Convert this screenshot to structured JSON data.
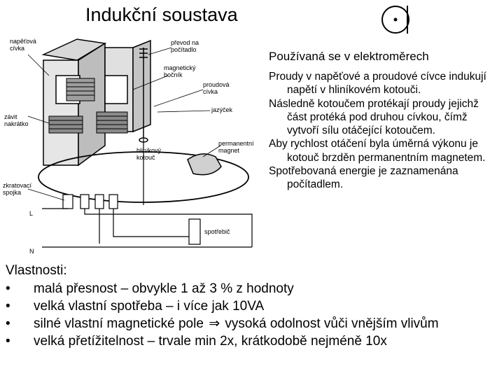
{
  "title": "Indukční soustava",
  "symbol": {
    "name": "induction-meter-symbol-icon"
  },
  "diagram": {
    "labels": {
      "voltage_coil": [
        "napěťová",
        "cívka"
      ],
      "register_gear": [
        "převod na",
        "počítadlo"
      ],
      "magnetic_shunt": [
        "magnetický",
        "bočník"
      ],
      "current_coil": [
        "proudová",
        "cívka"
      ],
      "short_circuit_turn": [
        "závit",
        "nakrátko"
      ],
      "tongue": "jazýček",
      "permanent_magnet": [
        "permanentní",
        "magnet"
      ],
      "aluminium_disc": [
        "hliníkový",
        "kotouč"
      ],
      "shorting_links": [
        "zkratovací",
        "spojka"
      ],
      "phase": "L",
      "neutral": "N",
      "load": "spotřebič"
    }
  },
  "description": {
    "lead": "Používaná se v elektroměrech",
    "paragraphs": [
      "Proudy v napěťové a proudové cívce indukují napětí v hliníkovém kotouči.",
      "Následně kotoučem protékají proudy jejichž část  protéká pod druhou cívkou, čímž vytvoří sílu otáčející kotoučem.",
      "Aby rychlost otáčení byla úměrná výkonu je kotouč brzděn permanentním magnetem.",
      "Spotřebovaná energie je zaznamenána počítadlem."
    ]
  },
  "properties": {
    "heading": "Vlastnosti:",
    "bullet": "•",
    "arrow": "⇒",
    "items": [
      "malá přesnost – obvykle 1 až 3 % z hodnoty",
      "velká vlastní spotřeba – i více jak 10VA",
      "silné vlastní magnetické pole",
      "vysoká odolnost vůči vnějším vlivům",
      "velká přetížitelnost – trvale min 2x, krátkodobě nejméně 10x"
    ]
  }
}
